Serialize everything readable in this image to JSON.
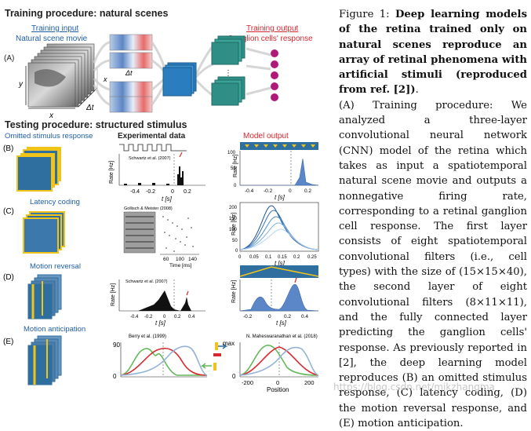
{
  "figure": {
    "training_title": "Training procedure: natural scenes",
    "training_input_label": "Training input",
    "natural_scene_label": "Natural scene movie",
    "training_output_label": "Training output",
    "ganglion_label": "Ganglion cells' response",
    "panel_A": "(A)",
    "axis_x": "x",
    "axis_y": "y",
    "axis_dt": "Δt",
    "testing_title": "Testing procedure: structured stimulus",
    "omitted_label": "Omitted stimulus response",
    "experimental_label": "Experimental data",
    "model_output_label": "Model output",
    "latency_label": "Latency coding",
    "motion_rev_label": "Motion reversal",
    "motion_ant_label": "Motion anticipation",
    "panel_B": "(B)",
    "panel_C": "(C)",
    "panel_D": "(D)",
    "panel_E": "(E)",
    "ref_schwartz": "Schwartz et al. (2007)",
    "ref_gollisch": "Gollisch & Meister (2008)",
    "ref_schwartz2": "Schwartz et al. (2007)",
    "ref_berry": "Berry et al. (1999)",
    "ref_mahes": "N. Maheswaranathan et al. (2018)",
    "rate_hz": "Rate [Hz]",
    "t_s": "t [s]",
    "time_ms": "Time [ms]",
    "position": "Position",
    "max_label": "max",
    "val_90": "90",
    "val_0": "0",
    "b_exp_ticks": [
      "-0.4",
      "-0.2",
      "0",
      "0.2"
    ],
    "b_mod_ticks": [
      "-0.4",
      "-0.2",
      "0",
      "0.2"
    ],
    "b_mod_yticks": [
      "0",
      "50",
      "100"
    ],
    "c_exp_ticks": [
      "60",
      "100",
      "140"
    ],
    "c_mod_ticks": [
      "0",
      "0.05",
      "0.1",
      "0.15",
      "0.2",
      "0.25"
    ],
    "c_mod_yticks": [
      "0",
      "50",
      "100",
      "150",
      "200"
    ],
    "d_exp_ticks": [
      "-0.4",
      "-0.2",
      "0",
      "0.2",
      "0.4"
    ],
    "d_mod_ticks": [
      "-0.2",
      "0",
      "0.2",
      "0.4"
    ],
    "e_mod_ticks": [
      "-200",
      "0",
      "200"
    ],
    "watermark": "https://blog.csdn.net/mjkzhangma"
  },
  "caption": {
    "lead": "Figure 1: ",
    "bold": "Deep learning models of the retina trained only on natural scenes reproduce an array of retinal phenomena with artificial stimuli (reproduced from ref. [2])",
    "tail": ".",
    "body": "(A) Training procedure: We analyzed a three-layer convolutional neural network (CNN) model of the retina which takes as input a spatiotemporal natural scene movie and outputs a nonnegative firing rate, corresponding to a retinal ganglion cell response. The first layer consists of eight spatiotemporal convolutional filters (i.e., cell types) with the size of (15×15×40), the second layer of eight convolutional filters (8×11×11), and the fully connected layer predicting the ganglion cells' response. As previously reported in [2], the deep learning model reproduces (B) an omitted stimulus response, (C) latency coding, (D) the motion reversal response, and (E) motion anticipation."
  },
  "colors": {
    "title_blue": "#1f5fa8",
    "red": "#d6282e",
    "cnn_blue": "#2a7ec0",
    "cnn_teal": "#2f8f86",
    "neuron": "#b0187a",
    "stim_yellow": "#f0c419",
    "stim_blue": "#2f6fa0"
  }
}
